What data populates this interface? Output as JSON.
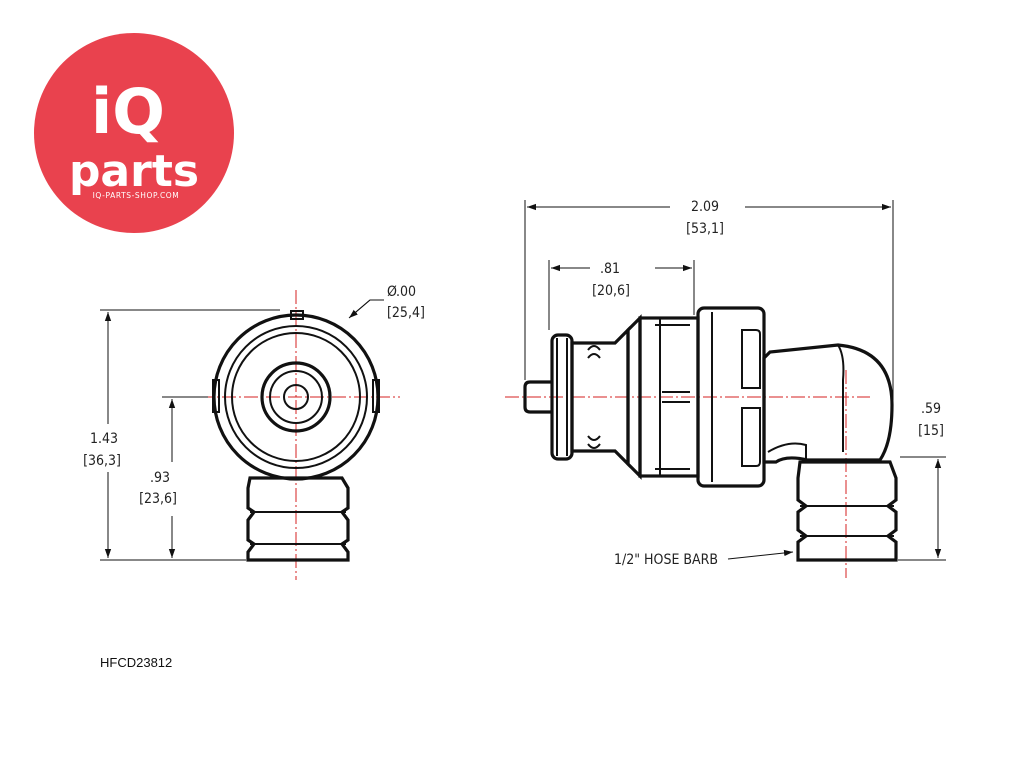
{
  "logo": {
    "top": "iQ",
    "middle": "parts",
    "site": "IQ-PARTS-SHOP.COM",
    "color": "#e9424e"
  },
  "front_view": {
    "diameter": ".00",
    "diameter_mm": "[25,4]",
    "overall_height": "1.43",
    "overall_height_mm": "[36,3]",
    "center_height": ".93",
    "center_height_mm": "[23,6]"
  },
  "side_view": {
    "overall_length": "2.09",
    "overall_length_mm": "[53,1]",
    "insert_length": ".81",
    "insert_length_mm": "[20,6]",
    "barb_offset": ".59",
    "barb_offset_mm": "[15]",
    "barb_label": "1/2\" HOSE BARB"
  },
  "part_number": "HFCD23812",
  "colors": {
    "centerline": "#d42020",
    "outline": "#111111"
  }
}
